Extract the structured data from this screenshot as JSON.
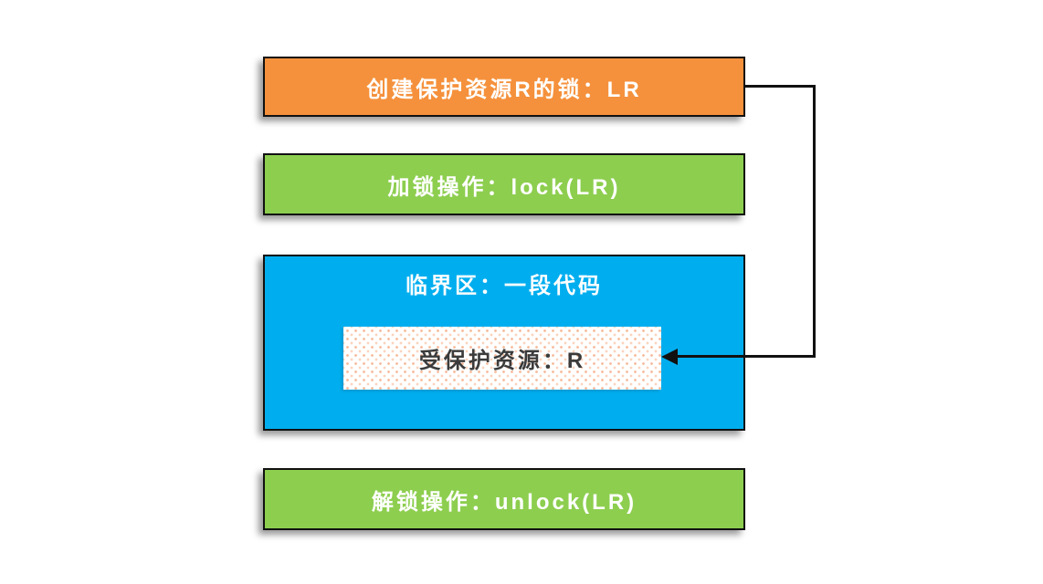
{
  "diagram": {
    "title_implicit": "锁与临界区示意图",
    "boxes": [
      {
        "id": "create-lock",
        "label": "创建保护资源R的锁：LR",
        "color": "#F5913C",
        "text_color": "#ffffff"
      },
      {
        "id": "lock-op",
        "label": "加锁操作：lock(LR)",
        "color": "#8DCE4F",
        "text_color": "#ffffff"
      },
      {
        "id": "critical-section",
        "label": "临界区：一段代码",
        "color": "#00AEEF",
        "text_color": "#ffffff",
        "inner": {
          "id": "protected-resource",
          "label": "受保护资源：R",
          "color": "#ffffff",
          "dot_color": "#F08246",
          "text_color": "#3b3b3b"
        }
      },
      {
        "id": "unlock-op",
        "label": "解锁操作：unlock(LR)",
        "color": "#8DCE4F",
        "text_color": "#ffffff"
      }
    ],
    "arrow": {
      "from": "create-lock",
      "to": "protected-resource",
      "color": "#111111",
      "path": "right of create-lock box, down along x≈892, left into protected-resource box"
    },
    "style": {
      "border_color": "#111111",
      "shadow": "bottom-left soft gray",
      "background": "#ffffff"
    }
  }
}
